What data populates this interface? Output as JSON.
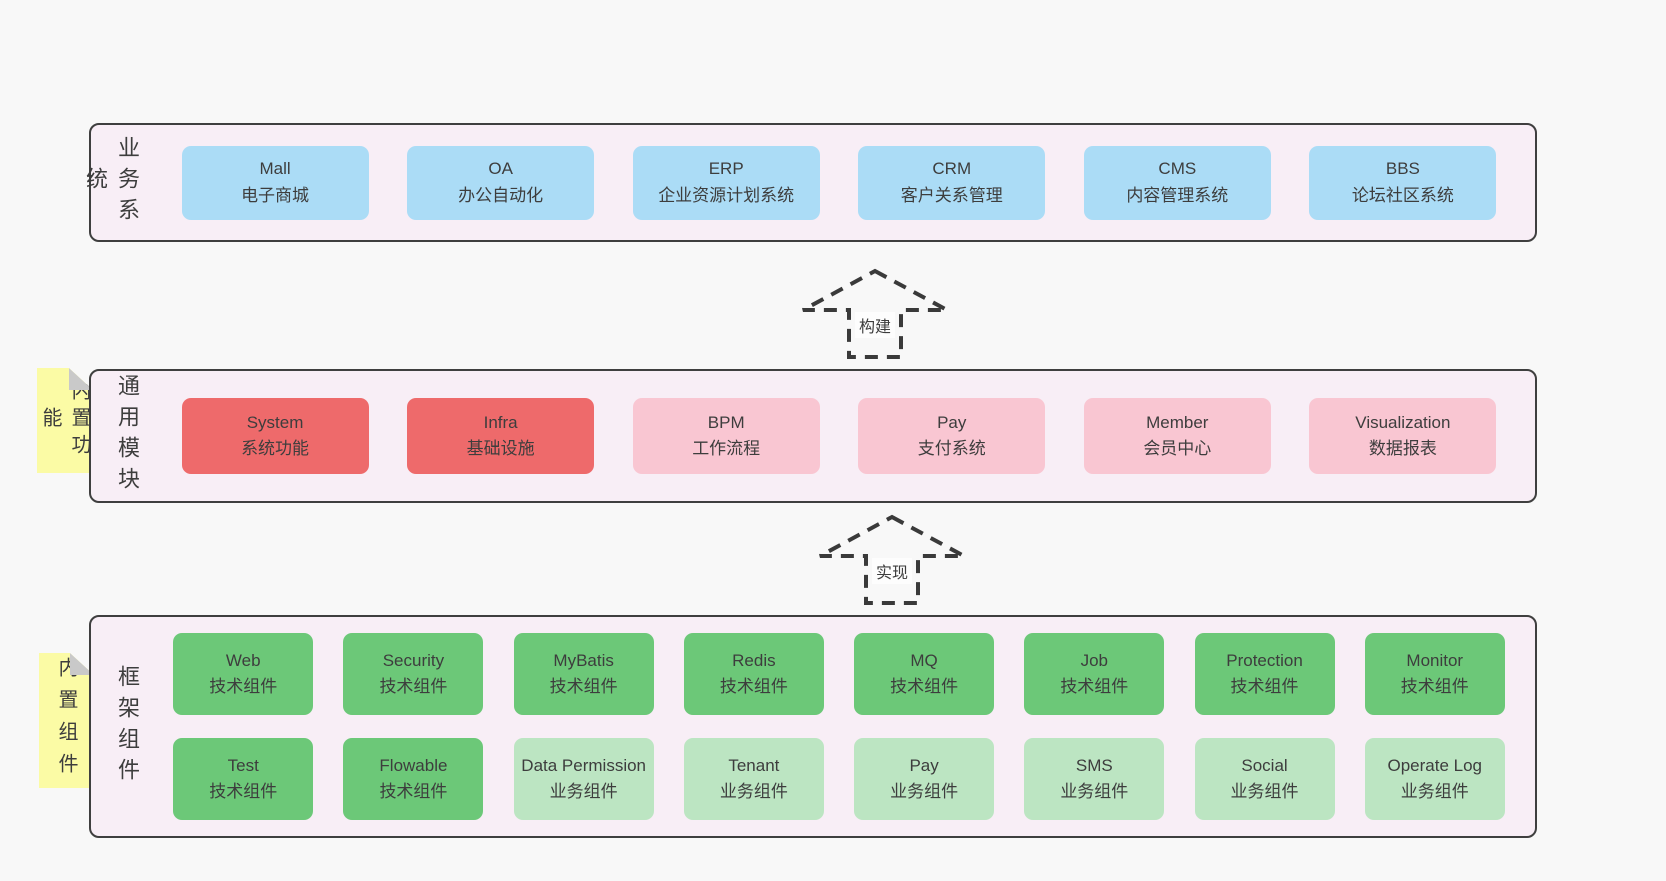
{
  "colors": {
    "page_bg": "#f8f8f8",
    "panel_bg": "#f8eef6",
    "panel_border": "#3f3f3f",
    "blue_box": "#abdcf6",
    "red_box": "#ee6a6b",
    "pink_box": "#f9c6d2",
    "green_box": "#6cc878",
    "light_green_box": "#bce5c2",
    "sticky_bg": "#fbfba5",
    "sticky_fold": "#c9c9c9",
    "text": "#3d3d3d"
  },
  "business_panel": {
    "label": "业务系统",
    "boxes": [
      {
        "en": "Mall",
        "zh": "电子商城"
      },
      {
        "en": "OA",
        "zh": "办公自动化"
      },
      {
        "en": "ERP",
        "zh": "企业资源计划系统"
      },
      {
        "en": "CRM",
        "zh": "客户关系管理"
      },
      {
        "en": "CMS",
        "zh": "内容管理系统"
      },
      {
        "en": "BBS",
        "zh": "论坛社区系统"
      }
    ]
  },
  "build_arrow": {
    "label": "构建"
  },
  "module_panel": {
    "sticky": "内置功能",
    "label": "通用模块",
    "boxes": [
      {
        "en": "System",
        "zh": "系统功能",
        "variant": "red"
      },
      {
        "en": "Infra",
        "zh": "基础设施",
        "variant": "red"
      },
      {
        "en": "BPM",
        "zh": "工作流程",
        "variant": "pink"
      },
      {
        "en": "Pay",
        "zh": "支付系统",
        "variant": "pink"
      },
      {
        "en": "Member",
        "zh": "会员中心",
        "variant": "pink"
      },
      {
        "en": "Visualization",
        "zh": "数据报表",
        "variant": "pink"
      }
    ]
  },
  "implement_arrow": {
    "label": "实现"
  },
  "component_panel": {
    "sticky": "内置组件",
    "label": "框架组件",
    "row1": [
      {
        "en": "Web",
        "zh": "技术组件",
        "variant": "green"
      },
      {
        "en": "Security",
        "zh": "技术组件",
        "variant": "green"
      },
      {
        "en": "MyBatis",
        "zh": "技术组件",
        "variant": "green"
      },
      {
        "en": "Redis",
        "zh": "技术组件",
        "variant": "green"
      },
      {
        "en": "MQ",
        "zh": "技术组件",
        "variant": "green"
      },
      {
        "en": "Job",
        "zh": "技术组件",
        "variant": "green"
      },
      {
        "en": "Protection",
        "zh": "技术组件",
        "variant": "green"
      },
      {
        "en": "Monitor",
        "zh": "技术组件",
        "variant": "green"
      }
    ],
    "row2": [
      {
        "en": "Test",
        "zh": "技术组件",
        "variant": "green"
      },
      {
        "en": "Flowable",
        "zh": "技术组件",
        "variant": "green"
      },
      {
        "en": "Data Permission",
        "zh": "业务组件",
        "variant": "lightgreen"
      },
      {
        "en": "Tenant",
        "zh": "业务组件",
        "variant": "lightgreen"
      },
      {
        "en": "Pay",
        "zh": "业务组件",
        "variant": "lightgreen"
      },
      {
        "en": "SMS",
        "zh": "业务组件",
        "variant": "lightgreen"
      },
      {
        "en": "Social",
        "zh": "业务组件",
        "variant": "lightgreen"
      },
      {
        "en": "Operate Log",
        "zh": "业务组件",
        "variant": "lightgreen"
      }
    ]
  }
}
